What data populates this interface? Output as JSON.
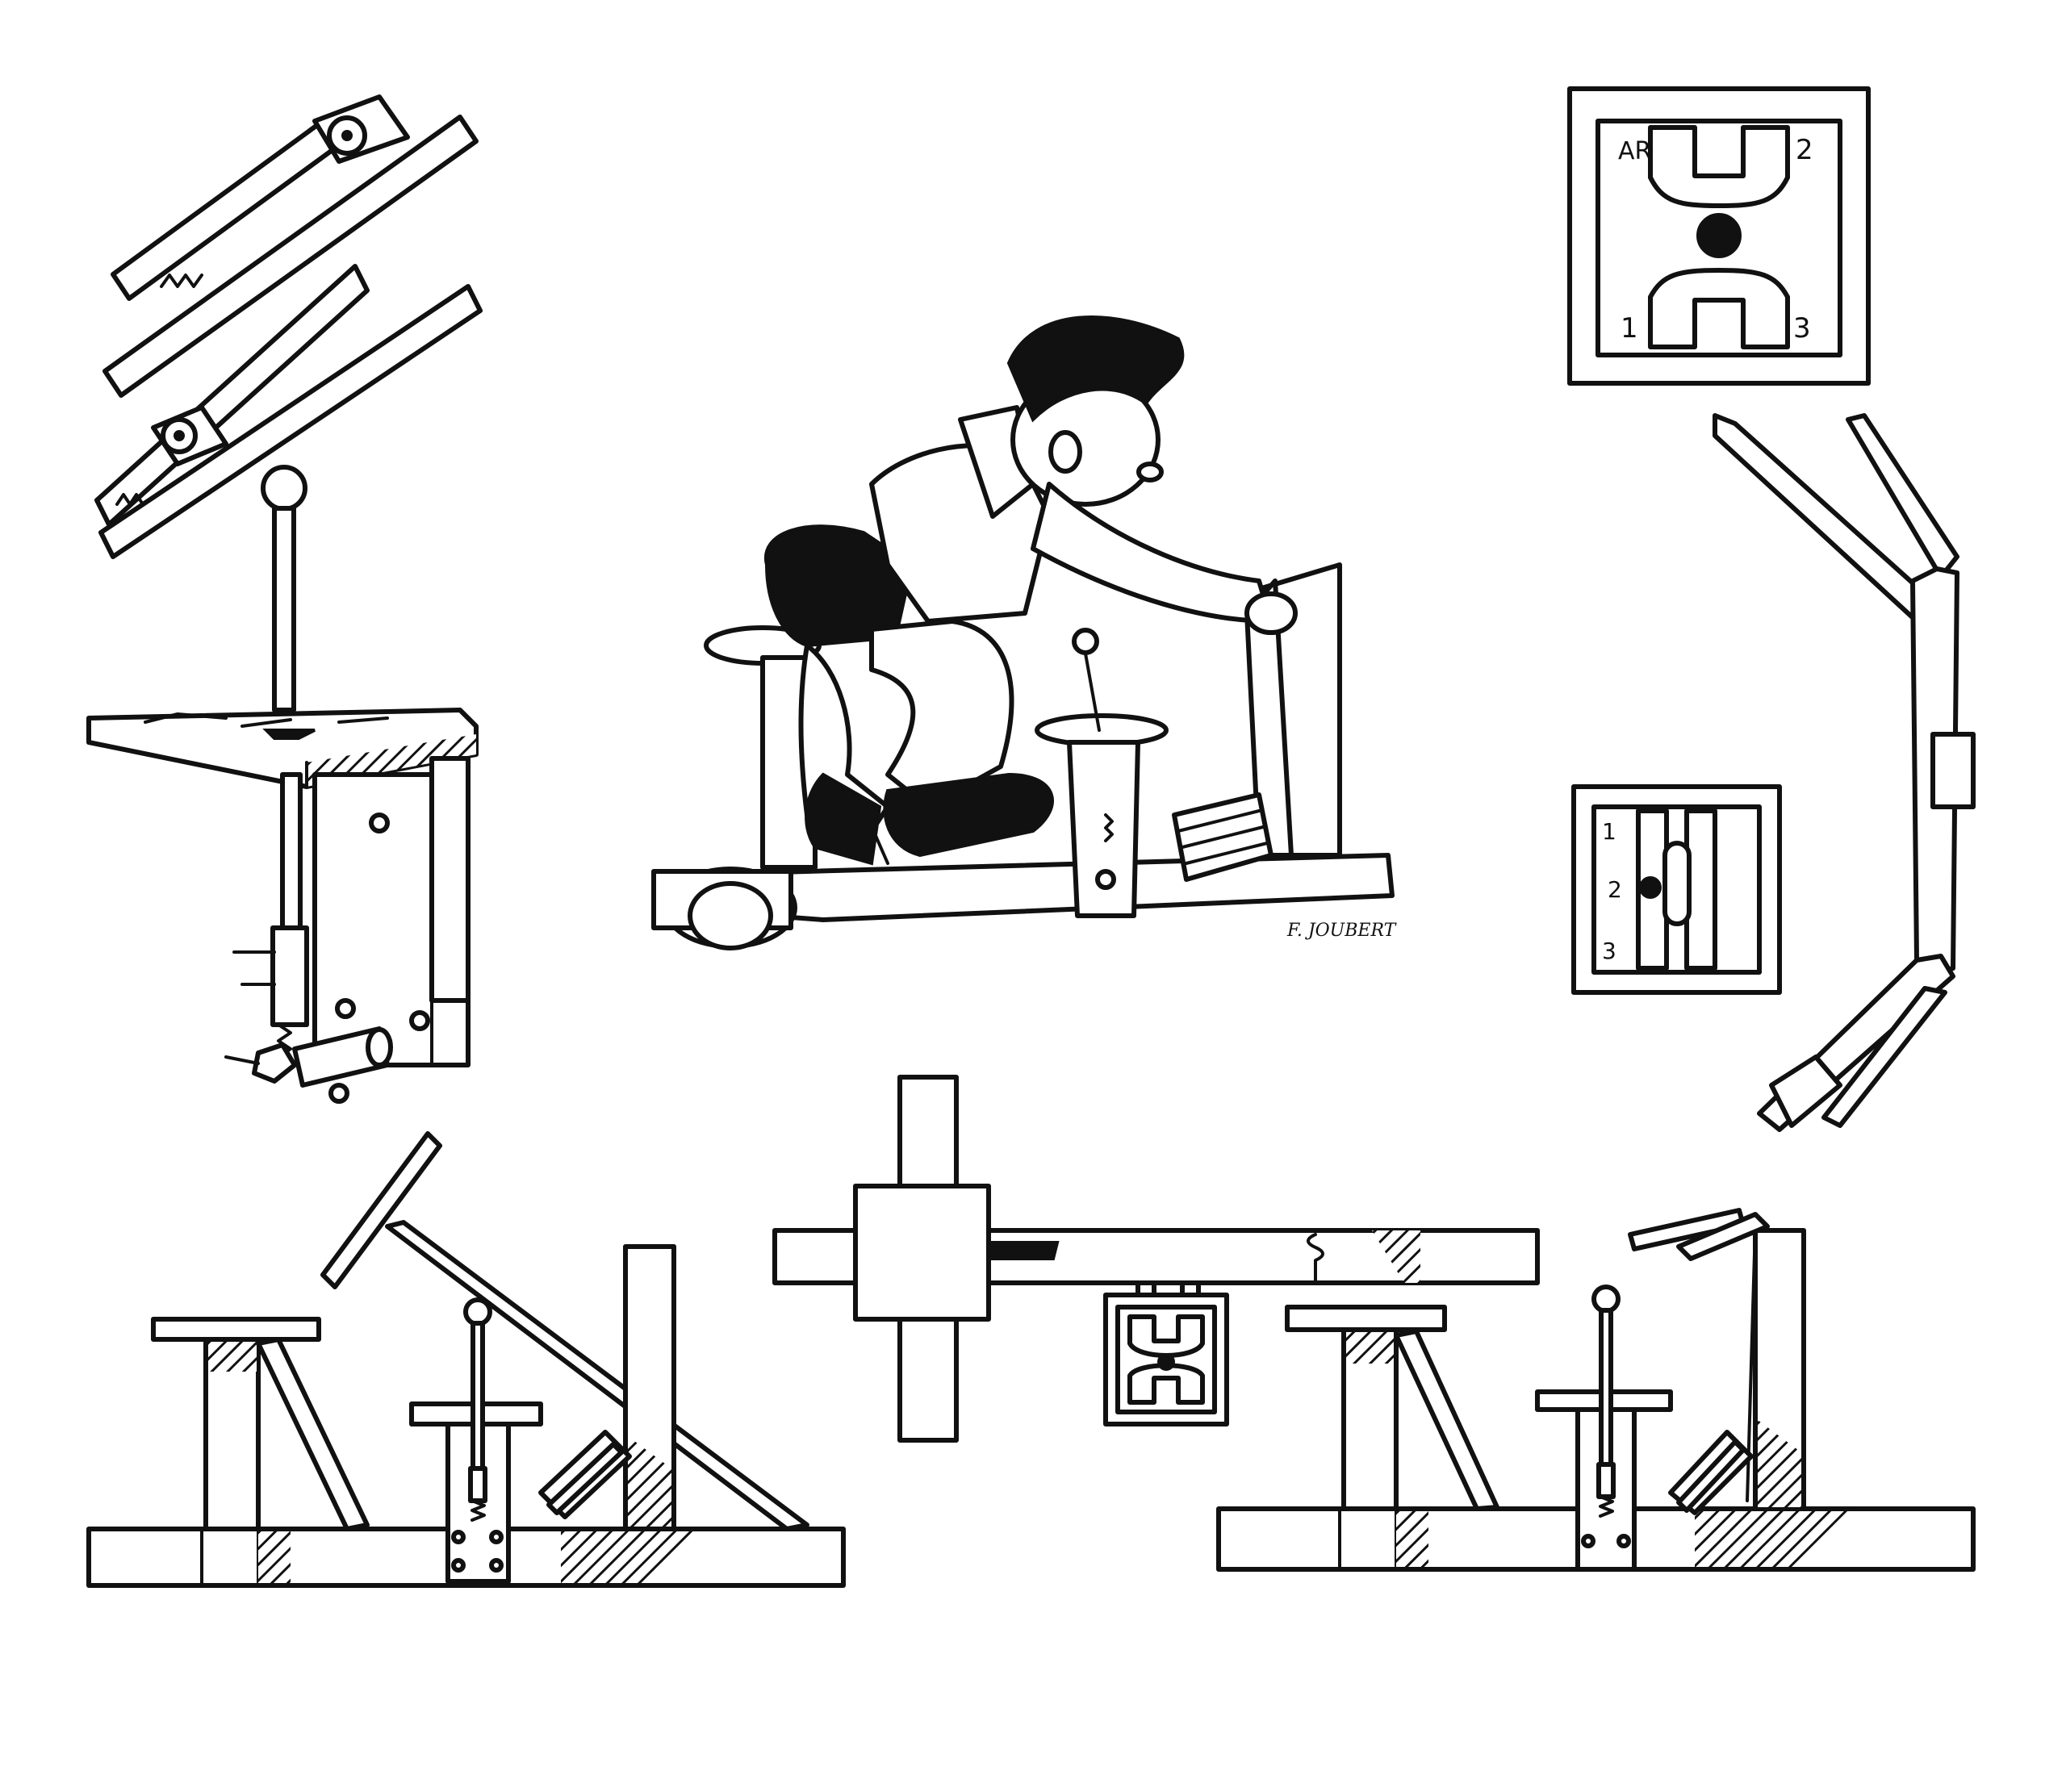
{
  "gear_pattern_large": {
    "labels": [
      "AR",
      "2",
      "1",
      "3"
    ]
  },
  "gear_pattern_small": {
    "labels": [
      "1",
      "2",
      "3"
    ]
  },
  "signature": "F. JOUBERT",
  "colors": {
    "ink": "#111111",
    "paper": "#ffffff"
  }
}
